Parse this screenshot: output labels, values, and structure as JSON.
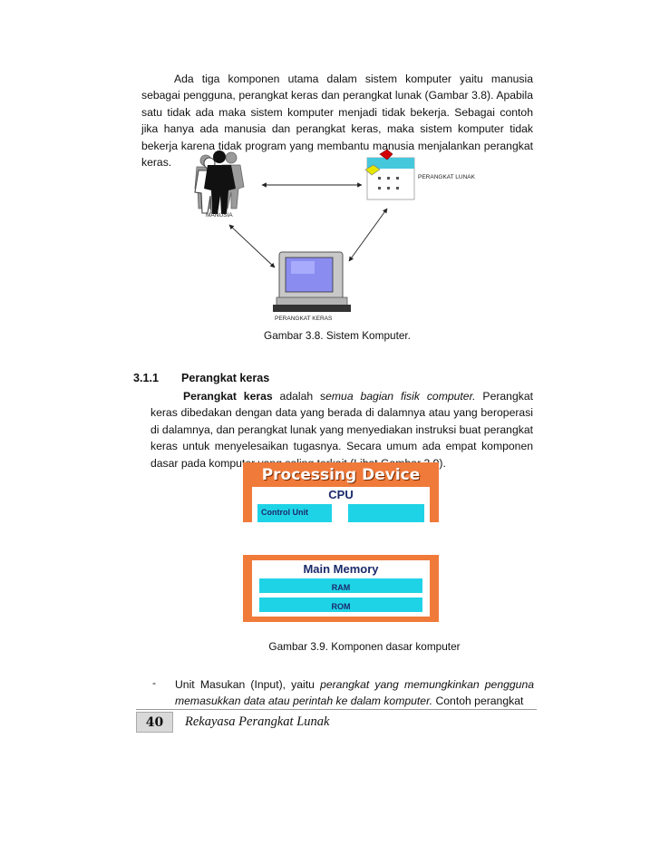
{
  "intro_paragraph": {
    "text_a": "Ada tiga komponen utama dalam sistem komputer yaitu manusia sebagai pengguna, perangkat keras dan perangkat lunak (Gambar 3.8). Apabila satu tidak ada maka sistem komputer menjadi tidak bekerja. Sebagai contoh jika hanya ada manusia dan perangkat keras, maka sistem komputer tidak bekerja karena tidak program yang membantu manusia menjalankan perangkat keras."
  },
  "figure_system": {
    "label_manusia": "MANUSIA",
    "label_lunak": "PERANGKAT LUNAK",
    "label_keras": "PERANGKAT KERAS",
    "caption": "Gambar 3.8.  Sistem Komputer."
  },
  "section": {
    "number": "3.1.1",
    "title": "Perangkat keras"
  },
  "hardware_paragraph": {
    "term": "Perangkat keras",
    "mid1": " adalah s",
    "definition": "emua bagian fisik computer.",
    "rest": " Perangkat keras dibedakan dengan data yang berada di dalamnya atau yang beroperasi di dalamnya, dan perangkat lunak yang menyediakan instruksi buat perangkat keras untuk menyelesaikan tugasnya. Secara umum ada empat komponen dasar pada komputer yang saling terkait (Lihat Gambar 3.9)."
  },
  "figure_components": {
    "processing_title": "Processing Device",
    "cpu_label": "CPU",
    "control_unit_label": "Control Unit",
    "memory_title": "Main Memory",
    "ram_label": "RAM",
    "rom_label": "ROM",
    "caption": "Gambar 3.9.  Komponen dasar komputer",
    "colors": {
      "orange": "#f07a3a",
      "cyan": "#1fd3e6",
      "navy": "#1b2a6b"
    }
  },
  "bullet": {
    "dash": "-",
    "lead": "Unit Masukan (Input), yaitu ",
    "italic": "perangkat yang memungkinkan pengguna memasukkan data atau perintah ke dalam komputer.",
    "tail": " Contoh perangkat"
  },
  "footer": {
    "page_number": "40",
    "book_title": "Rekayasa Perangkat Lunak"
  }
}
